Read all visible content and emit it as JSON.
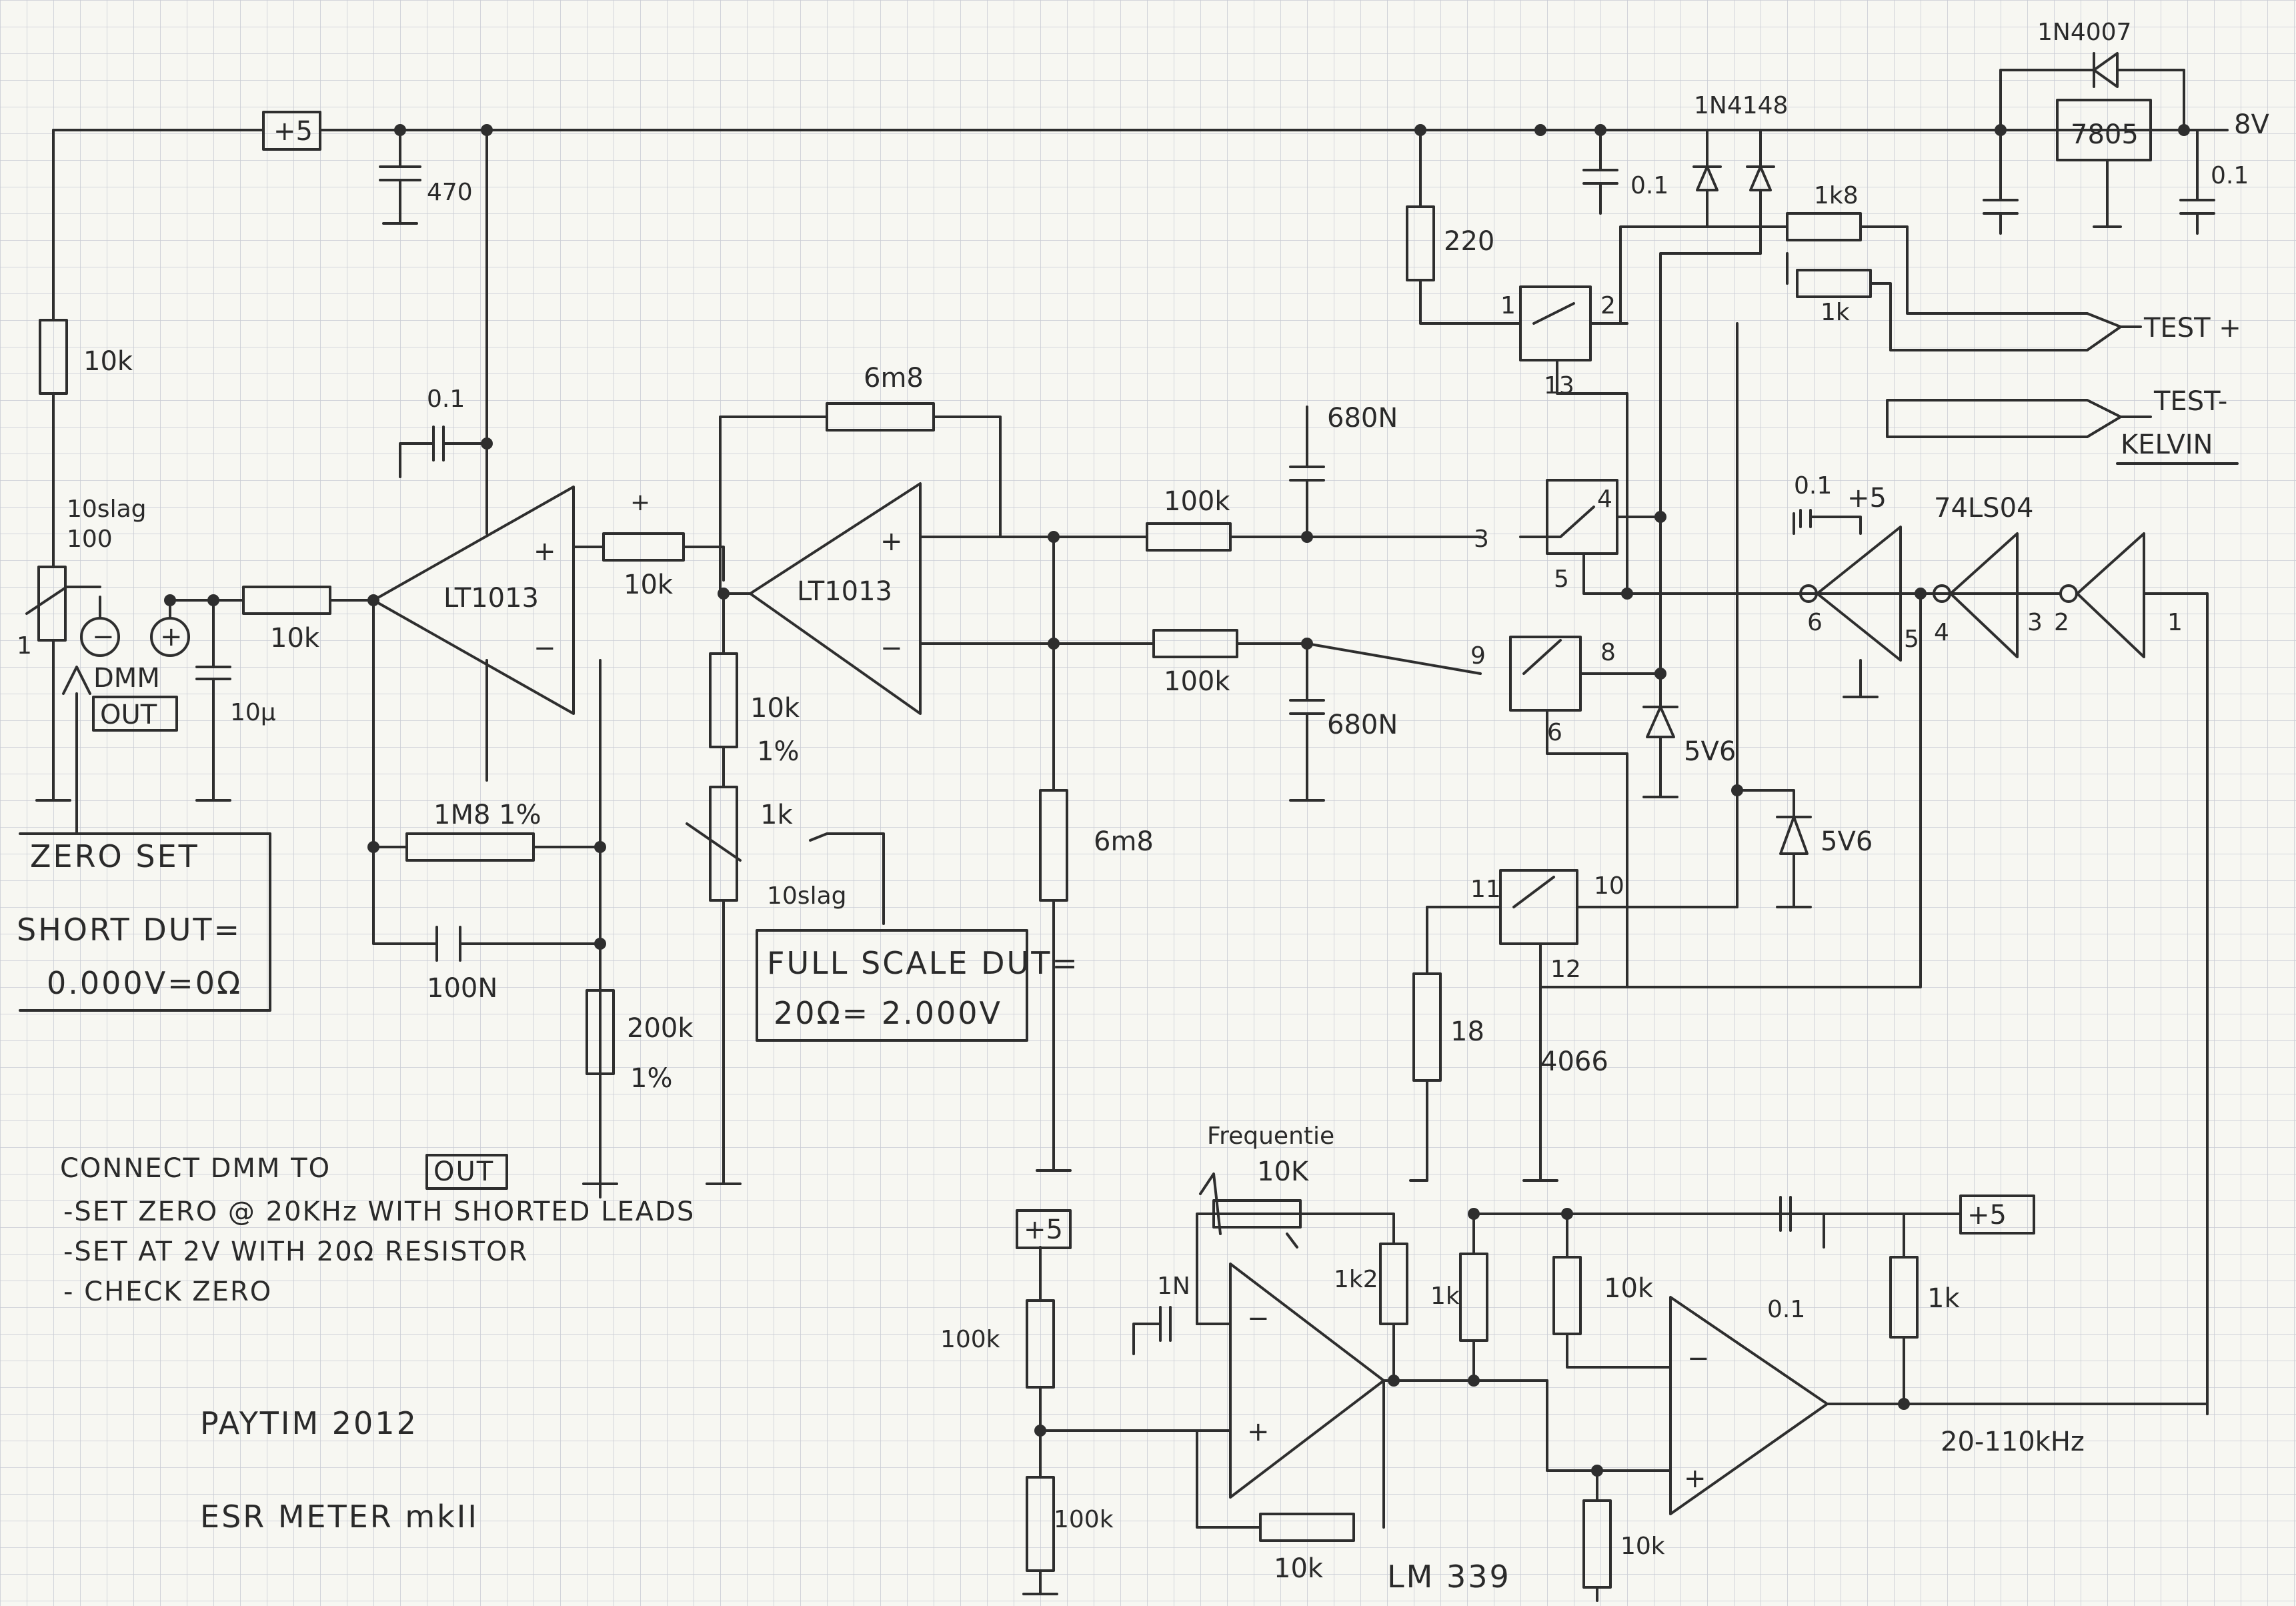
{
  "labels": {
    "diode_1n4007": "1N4007",
    "reg_7805": "7805",
    "v_in": "8V",
    "cap_out_reg": "0.1",
    "diodes_1n4148": "1N4148",
    "cap_top": "0.1",
    "res_1k8": "1k8",
    "res_1k_top": "1k",
    "res_220": "220",
    "test_plus": "TEST +",
    "test_minus": "TEST-",
    "kelvin": "KELVIN",
    "supply_top": "+5",
    "cap_470": "470",
    "res_10k_left": "10k",
    "cap_01_left": "0.1",
    "trim_zero_a": "10slag",
    "trim_zero_b": "100",
    "dmm": "DMM",
    "out": "OUT",
    "cap_10u": "10µ",
    "res_10k_in": "10k",
    "opamp1": "LT1013",
    "opamp2": "LT1013",
    "res_1m8": "1M8 1%",
    "cap_100n_fb": "100N",
    "res_200k": "200k",
    "res_200k_tol": "1%",
    "res_10k_mid": "10k",
    "res_6m8_top": "6m8",
    "res_10k_div": "10k",
    "res_10k_div_tol": "1%",
    "trim_fs_value": "1k",
    "trim_fs_turns": "10slag",
    "res_6m8_vert": "6m8",
    "res_100k_a": "100k",
    "res_100k_b": "100k",
    "cap_680n_a": "680N",
    "cap_680n_b": "680N",
    "zener_a": "5V6",
    "zener_b": "5V6",
    "res_18": "18",
    "ic_4066": "4066",
    "cap_01_inv": "0.1",
    "supply_inv": "+5",
    "ic_74ls04": "74LS04",
    "zero_box_title": "ZERO SET",
    "zero_box_line1": "SHORT DUT=",
    "zero_box_line2": "0.000V=0Ω",
    "fs_box_line1": "FULL SCALE DUT=",
    "fs_box_line2": "20Ω= 2.000V",
    "instr1": "CONNECT DMM TO",
    "instr1_box": "OUT",
    "instr2": "-SET ZERO @ 20KHz WITH SHORTED LEADS",
    "instr3": "-SET AT 2V WITH 20Ω RESISTOR",
    "instr4": "- CHECK ZERO",
    "author": "PAYTIM 2012",
    "title": "ESR METER mkII",
    "freq_label": "Frequentie",
    "freq_pot": "10K",
    "cap_1n": "1N",
    "res_1k2": "1k2",
    "res_1k_osc": "1k",
    "res_10k_osc": "10k",
    "cap_01_osc": "0.1",
    "res_1k_pullup": "1k",
    "supply_osc_a": "+5",
    "supply_osc_b": "+5",
    "res_100k_osc_a": "100k",
    "res_100k_osc_b": "100k",
    "res_10k_fb_osc": "10k",
    "res_10k_bottom": "10k",
    "ic_lm339": "LM 339",
    "freq_range": "20-110kHz",
    "pin_1": "1",
    "pin_2": "2",
    "pin_3": "3",
    "pin_4": "4",
    "pin_5": "5",
    "pin_6": "6",
    "pin_sw_1": "1",
    "pin_sw_2": "2",
    "pin_sw_13": "13",
    "pin_sw_3": "3",
    "pin_sw_4": "4",
    "pin_sw_5": "5",
    "pin_sw_9": "9",
    "pin_sw_8": "8",
    "pin_sw_6": "6",
    "pin_sw_11": "11",
    "pin_sw_10": "10",
    "pin_sw_12": "12",
    "op_plus_1": "+",
    "op_minus_1": "−",
    "op_plus_2": "+",
    "op_minus_2": "−",
    "op_plus_3": "+",
    "op_minus_3": "−",
    "op_plus_4": "+",
    "op_minus_4": "−",
    "dmm_minus": "−",
    "dmm_plus": "+",
    "pin_trim": "1"
  },
  "colors": {
    "ink": "#2e2e2e",
    "paper": "#f7f7f2",
    "grid": "#c9ccd4"
  }
}
